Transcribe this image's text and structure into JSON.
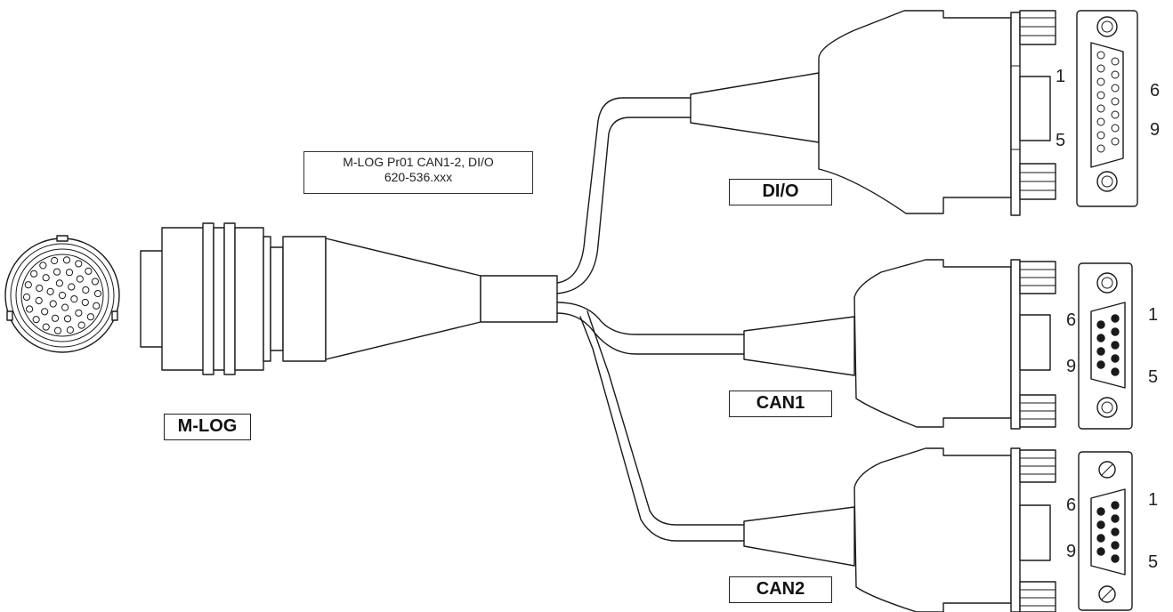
{
  "cable_label": {
    "line1": "M-LOG Pr01 CAN1-2, DI/O",
    "line2": "620-536.xxx"
  },
  "connectors": {
    "mlog": {
      "label": "M-LOG"
    },
    "dio": {
      "label": "DI/O",
      "pin_top_left": "1",
      "pin_bottom_left": "5",
      "pin_top_right": "6",
      "pin_bottom_right": "9"
    },
    "can1": {
      "label": "CAN1",
      "pin_top_left": "6",
      "pin_bottom_left": "9",
      "pin_top_right": "1",
      "pin_bottom_right": "5"
    },
    "can2": {
      "label": "CAN2",
      "pin_top_left": "6",
      "pin_bottom_left": "9",
      "pin_top_right": "1",
      "pin_bottom_right": "5"
    }
  },
  "icons": [
    "circular-connector-face-icon",
    "sub-d-15-female-icon",
    "sub-d-9-male-icon",
    "sub-d-9-male-icon"
  ]
}
